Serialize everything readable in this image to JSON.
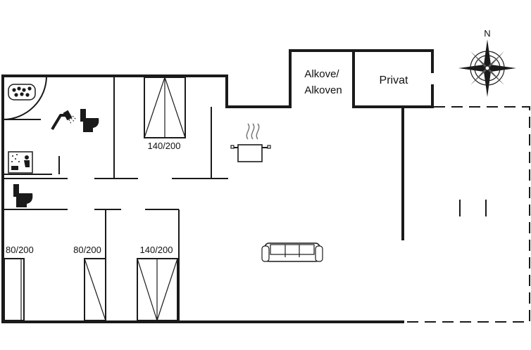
{
  "floorplan": {
    "compass": {
      "north_label": "N"
    },
    "rooms": {
      "alcove": {
        "line1": "Alkove/",
        "line2": "Alkoven"
      },
      "private": {
        "label": "Privat"
      }
    },
    "beds": {
      "upper_bedroom": "140/200",
      "lower_left": "80/200",
      "lower_middle": "80/200",
      "lower_right": "140/200"
    },
    "icons": {
      "spa": "hot-tub-icon",
      "shower": "shower-icon",
      "toilet_1": "toilet-icon",
      "sauna": "sauna-icon",
      "toilet_2": "toilet-icon",
      "kitchen": "cooking-pot-icon",
      "sofa": "sofa-icon",
      "compass": "compass-rose-icon"
    }
  }
}
